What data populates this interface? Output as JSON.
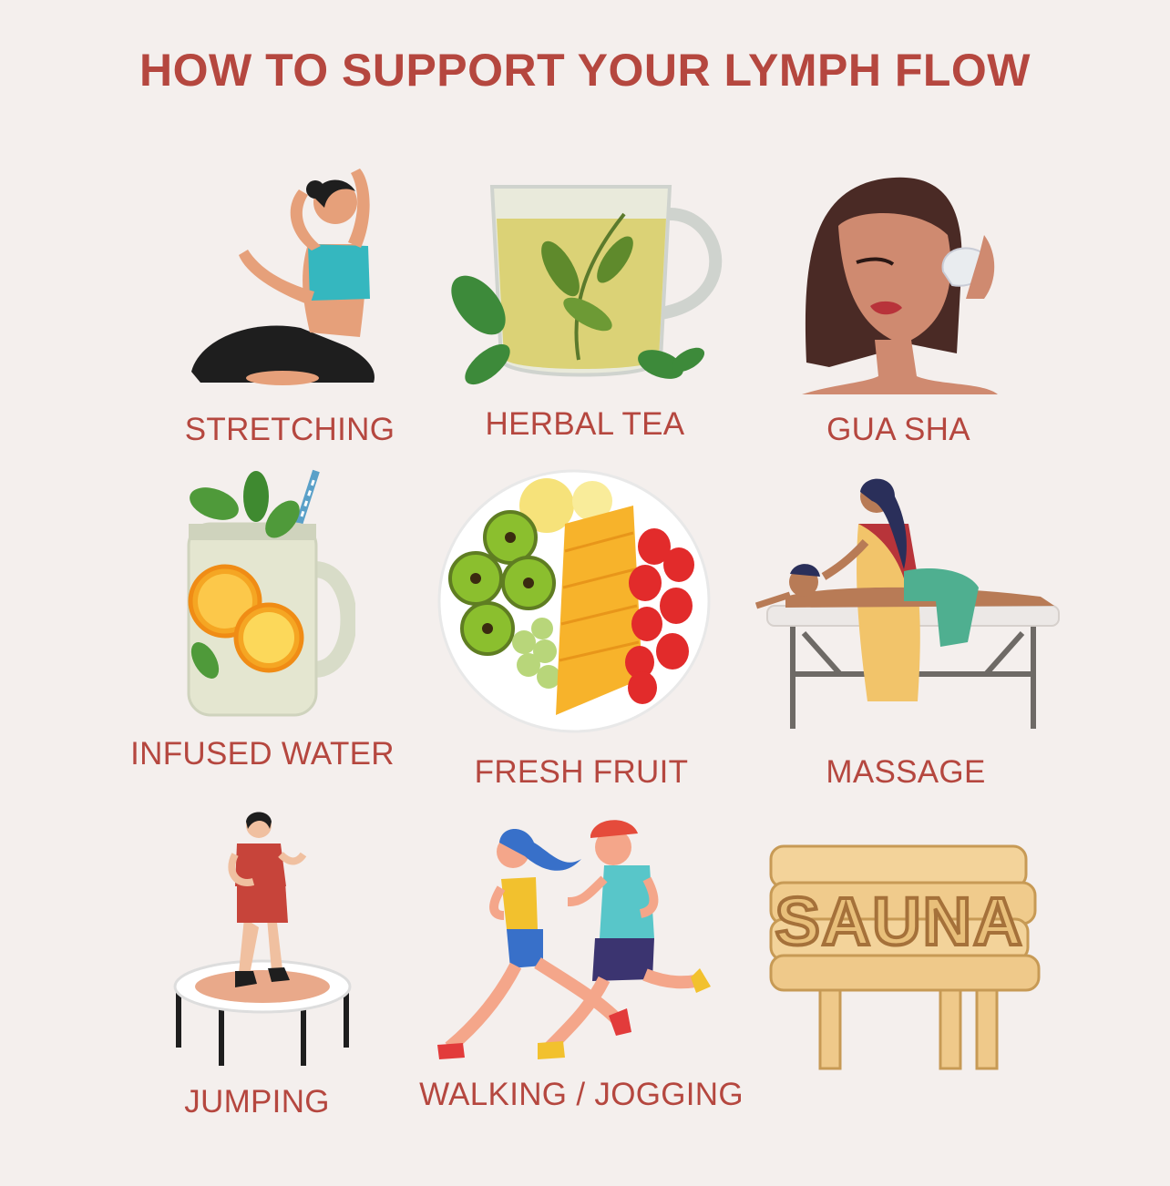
{
  "title": "HOW TO SUPPORT YOUR LYMPH FLOW",
  "colors": {
    "background": "#f4efed",
    "accent": "#b5473f"
  },
  "items": [
    {
      "label": "STRETCHING"
    },
    {
      "label": "HERBAL TEA"
    },
    {
      "label": "GUA SHA"
    },
    {
      "label": "INFUSED WATER"
    },
    {
      "label": "FRESH FRUIT"
    },
    {
      "label": "MASSAGE"
    },
    {
      "label": "JUMPING"
    },
    {
      "label": "WALKING / JOGGING"
    },
    {
      "label": "",
      "sign_text": "SAUNA"
    }
  ]
}
